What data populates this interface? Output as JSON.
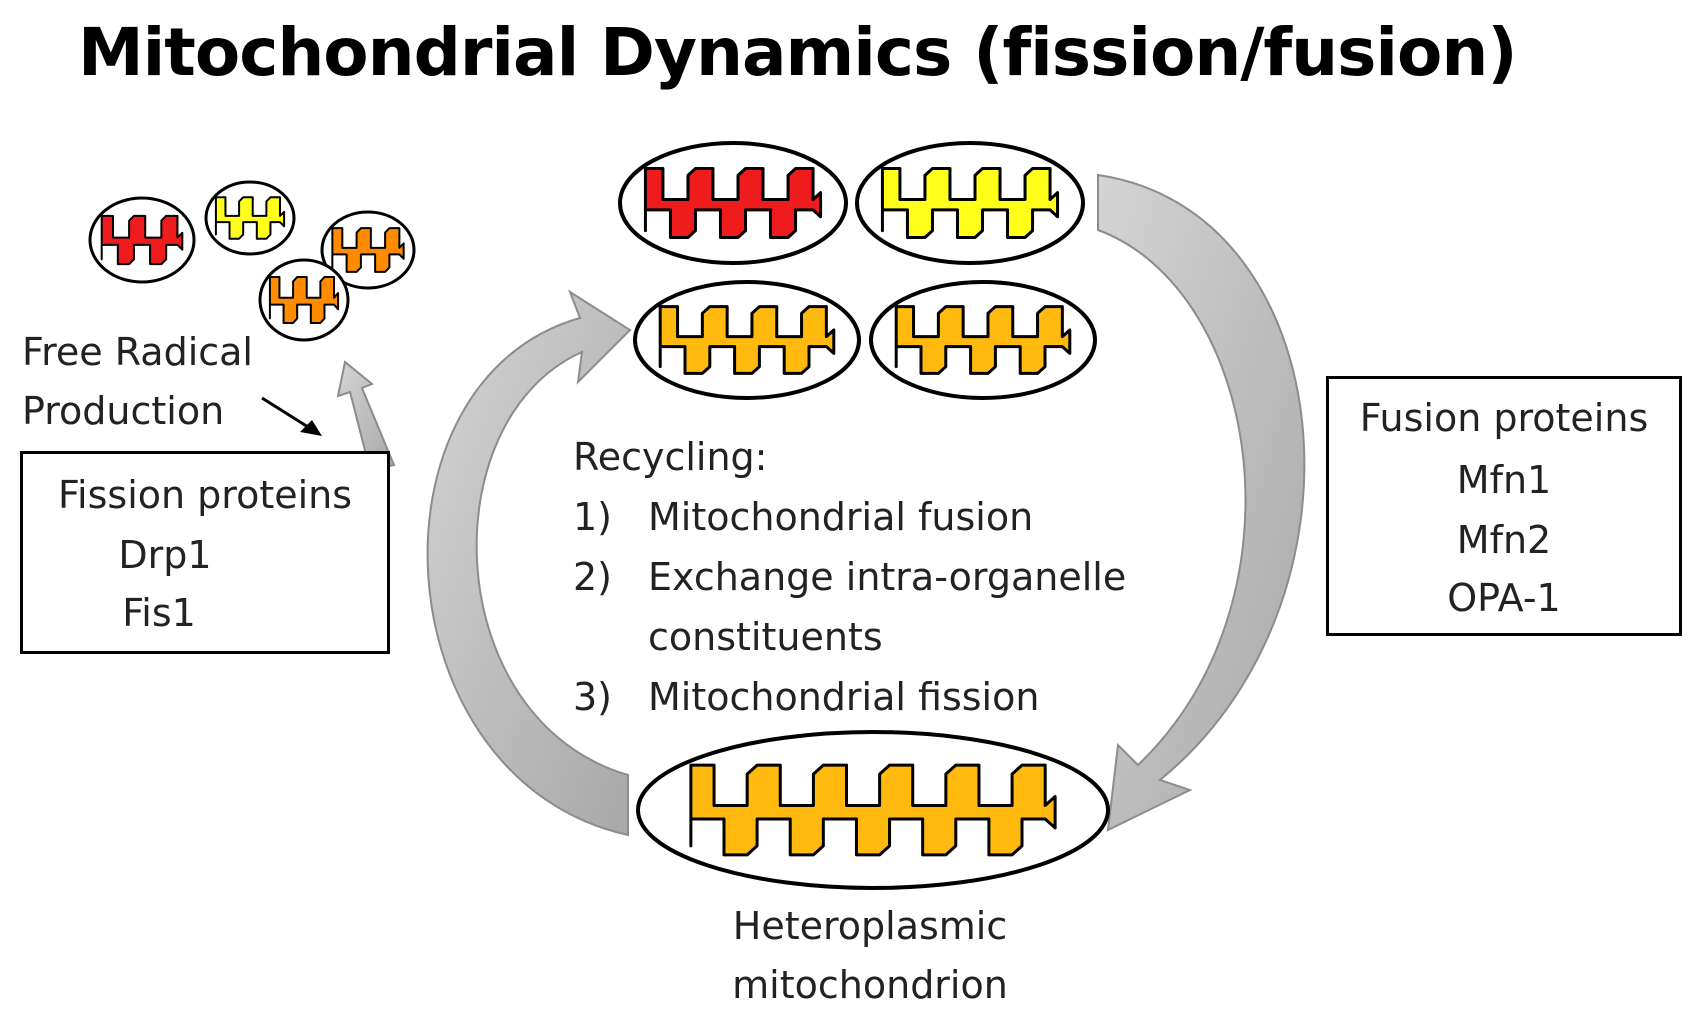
{
  "title": "Mitochondrial Dynamics (fission/fusion)",
  "free_radical": [
    "Free Radical",
    "Production"
  ],
  "fission_box": {
    "heading": "Fission proteins",
    "items": [
      "Drp1",
      "Fis1"
    ]
  },
  "fusion_box": {
    "heading": "Fusion proteins",
    "items": [
      "Mfn1",
      "Mfn2",
      "OPA-1"
    ]
  },
  "recycling": {
    "heading": "Recycling:",
    "steps": [
      {
        "num": "1)",
        "text": "Mitochondrial fusion"
      },
      {
        "num": "2)",
        "text": "Exchange intra-organelle",
        "text2": "constituents"
      },
      {
        "num": "3)",
        "text": "Mitochondrial fission"
      }
    ]
  },
  "hetero_label": [
    "Heteroplasmic",
    "mitochondrion"
  ],
  "colors": {
    "red": "#ee1c1c",
    "yellow": "#ffff1a",
    "orange": "#ff8c00",
    "amber": "#ffb90f",
    "arrow_fill": "#c0c0c0",
    "arrow_stroke": "#8c8c8c"
  }
}
